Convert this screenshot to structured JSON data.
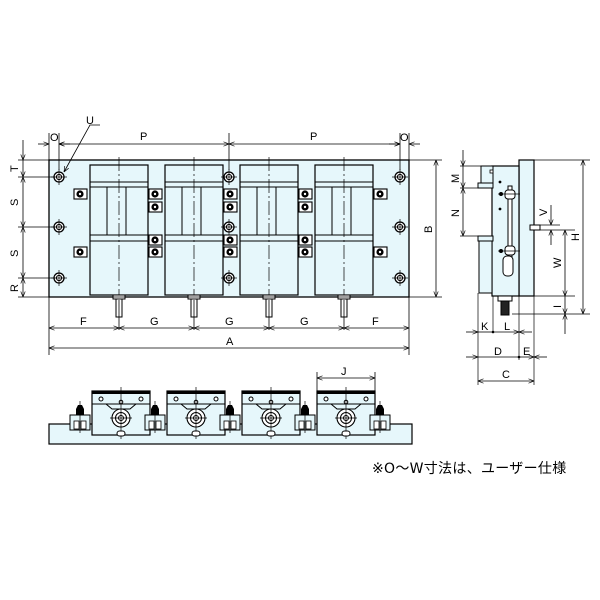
{
  "drawing": {
    "type": "technical-dimension-drawing",
    "fill_color": "#e6f7fb",
    "line_color": "#000000",
    "views": {
      "top_view": {
        "module_count": 4,
        "dimension_labels": {
          "O_left": "O",
          "O_right": "O",
          "P_left": "P",
          "P_right": "P",
          "U": "U",
          "T": "T",
          "S_upper": "S",
          "S_lower": "S",
          "R": "R",
          "B": "B",
          "F_left": "F",
          "G_1": "G",
          "G_2": "G",
          "G_3": "G",
          "F_right": "F",
          "A": "A"
        }
      },
      "side_view": {
        "dimension_labels": {
          "M": "M",
          "N": "N",
          "V": "V",
          "W": "W",
          "H": "H",
          "I": "I",
          "K": "K",
          "L": "L",
          "D": "D",
          "E": "E",
          "C": "C"
        }
      },
      "front_view": {
        "module_count": 4,
        "dimension_labels": {
          "J": "J"
        }
      }
    },
    "note": "※O～W寸法は、ユーザー仕様"
  }
}
